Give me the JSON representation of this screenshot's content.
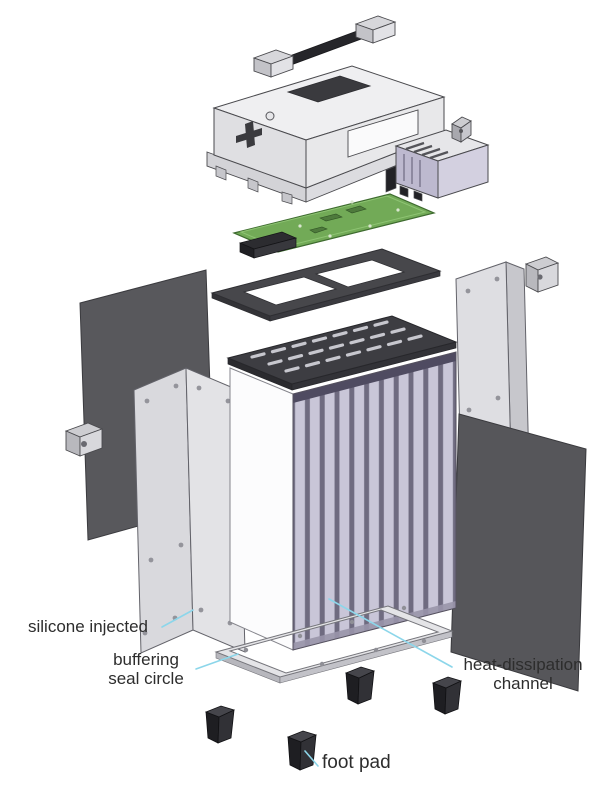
{
  "diagram": {
    "kind": "exploded assembly diagram",
    "background": "#ffffff"
  },
  "labels": {
    "silicone_injected": "silicone injected",
    "buffering_seal_line1": "buffering",
    "buffering_seal_line2": "seal circle",
    "heat_dissipation_line1": "heat-dissipation",
    "heat_dissipation_line2": "channel",
    "foot_pad": "foot pad"
  },
  "colors": {
    "leader_line": "#8cd6ea",
    "pcb_board": "#72aa57",
    "heat_sink_fins": "#c9c6d8",
    "dark_panels": "#57575b",
    "metal_plates": "#dedee2",
    "label_text": "#2d2d2d"
  }
}
